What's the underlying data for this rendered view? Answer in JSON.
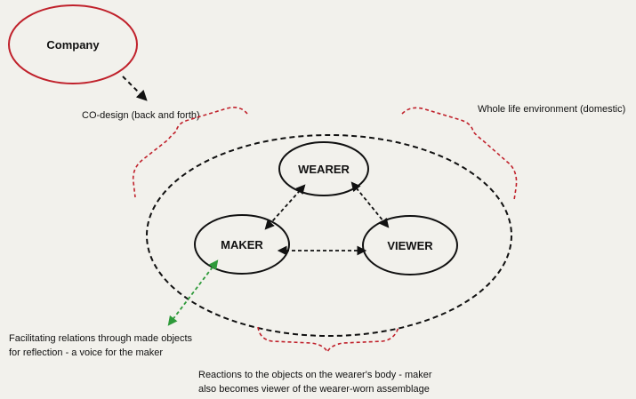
{
  "diagram": {
    "company": "Company",
    "codesign": "CO-design (back and forth)",
    "environment": "Whole life environment (domestic)",
    "nodes": {
      "wearer": "WEARER",
      "maker": "MAKER",
      "viewer": "VIEWER"
    },
    "facilitating": {
      "line1": "Facilitating relations through made objects",
      "line2": "for reflection - a voice for the maker"
    },
    "reactions": {
      "line1": "Reactions to the objects on the wearer's body - maker",
      "line2": "also becomes viewer of the wearer-worn assemblage"
    }
  },
  "colors": {
    "background": "#f2f1ec",
    "company_ring": "#c0212b",
    "bracket": "#c0212b",
    "arrow_black": "#111111",
    "arrow_green": "#2e9a3a"
  }
}
